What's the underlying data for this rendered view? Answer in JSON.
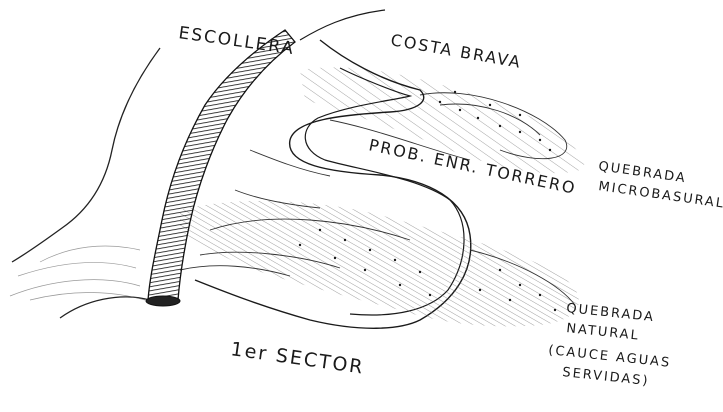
{
  "labels": {
    "escollera": "ESCOLLERA",
    "costa_brava": "COSTA BRAVA",
    "prob_enr_torrero": "PROB. ENR. TORRERO",
    "quebrada_micro_1": "QUEBRADA",
    "quebrada_micro_2": "MICROBASURAL",
    "quebrada_natural_1": "QUEBRADA",
    "quebrada_natural_2": "NATURAL",
    "quebrada_natural_3": "(CAUCE AGUAS",
    "quebrada_natural_4": "SERVIDAS)",
    "primer_sector": "1er SECTOR"
  },
  "colors": {
    "ink": "#1a1a1a",
    "hatch": "#7a7a7a",
    "paper": "#ffffff"
  }
}
